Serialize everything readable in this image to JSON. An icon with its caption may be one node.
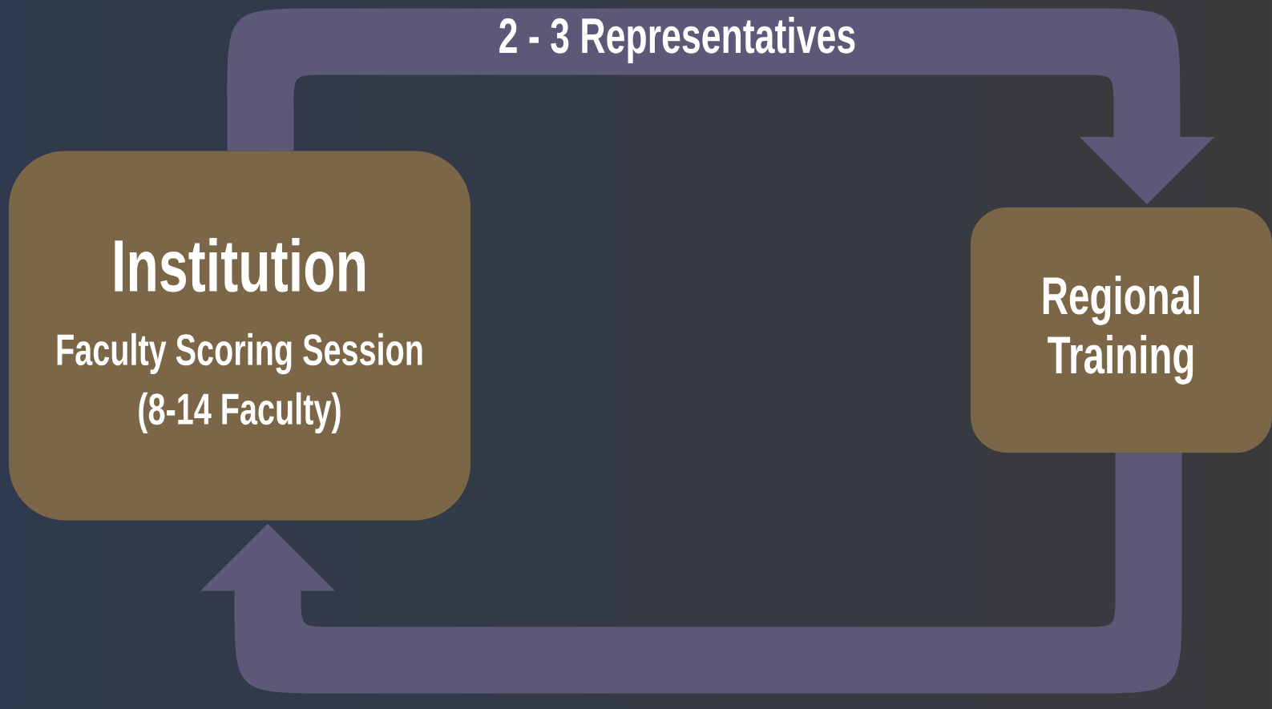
{
  "diagram": {
    "nodes": [
      {
        "text": [
          "Institution",
          "Faculty Scoring Session (8-14 Faculty)"
        ]
      },
      {
        "text": [
          "Regional Training"
        ]
      }
    ],
    "edges": [
      {
        "from": 0,
        "to": 1,
        "arrow": "to",
        "label": "2 - 3 Representatives"
      },
      {
        "from": 1,
        "to": 0,
        "arrow": "to"
      }
    ]
  }
}
